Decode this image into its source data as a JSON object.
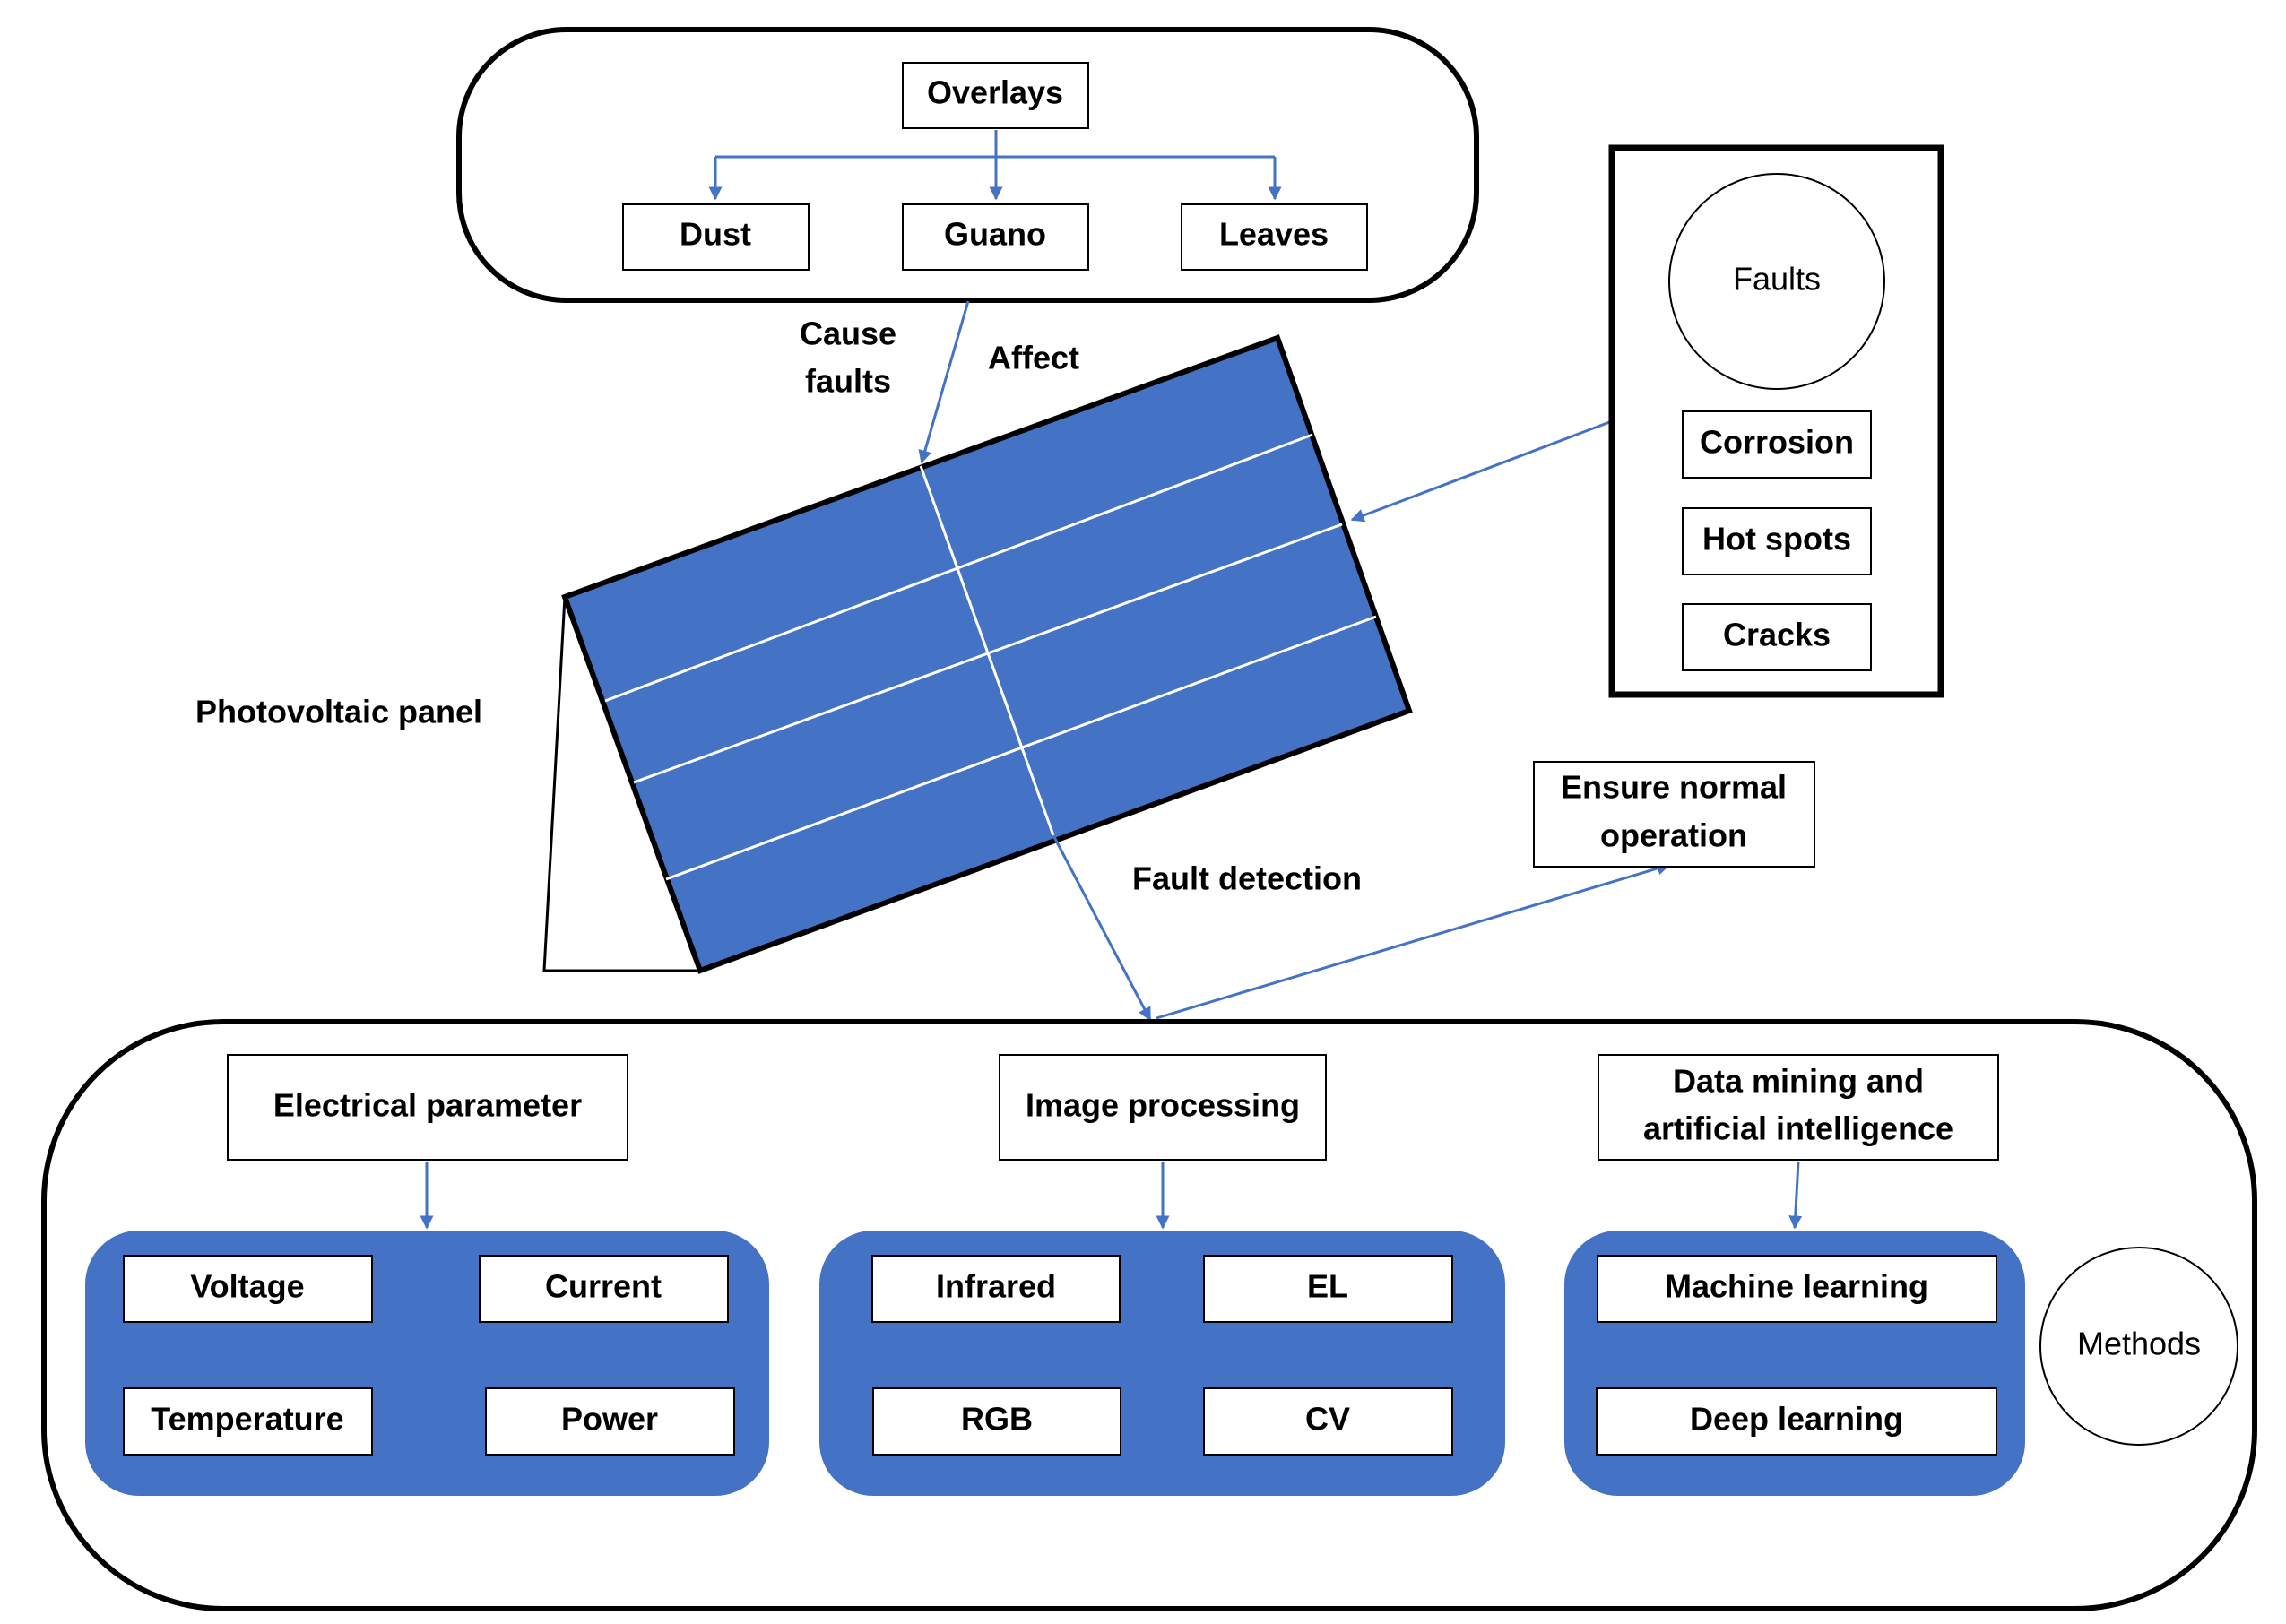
{
  "overlays": {
    "title": "Overlays",
    "items": [
      "Dust",
      "Guano",
      "Leaves"
    ]
  },
  "annotations": {
    "cause_faults": [
      "Cause",
      "faults"
    ],
    "affect": "Affect",
    "photovoltaic_panel": "Photovoltaic panel",
    "fault_detection": "Fault detection",
    "ensure_normal_operation": [
      "Ensure normal",
      "operation"
    ]
  },
  "faults": {
    "title": "Faults",
    "items": [
      "Corrosion",
      "Hot spots",
      "Cracks"
    ]
  },
  "methods": {
    "title": "Methods",
    "groups": [
      {
        "header": [
          "Electrical parameter"
        ],
        "items": [
          "Voltage",
          "Current",
          "Temperature",
          "Power"
        ]
      },
      {
        "header": [
          "Image processing"
        ],
        "items": [
          "Infrared",
          "EL",
          "RGB",
          "CV"
        ]
      },
      {
        "header": [
          "Data mining and",
          "artificial intelligence"
        ],
        "items": [
          "Machine learning",
          "Deep learning"
        ]
      }
    ]
  },
  "colors": {
    "panel_blue": "#4472c4",
    "arrow_blue": "#4472c4",
    "outline": "#000000",
    "background": "#ffffff"
  }
}
